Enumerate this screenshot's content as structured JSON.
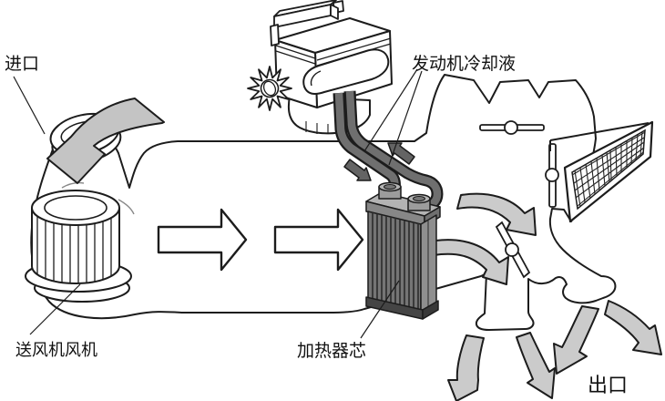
{
  "labels": {
    "inlet": "进口",
    "blower_fan": "送风机风机",
    "engine_coolant": "发动机冷却液",
    "heater_core": "加热器芯",
    "outlet": "出口"
  },
  "colors": {
    "background": "#ffffff",
    "outline": "#1c1c1c",
    "airflow_arrow_fill": "#cbcbcb",
    "inlet_arrow_fill": "#c4c4c4",
    "pipe_fill": "#6f6f6f",
    "heater_core_fill": "#757575",
    "duct_fill": "#ffffff"
  }
}
